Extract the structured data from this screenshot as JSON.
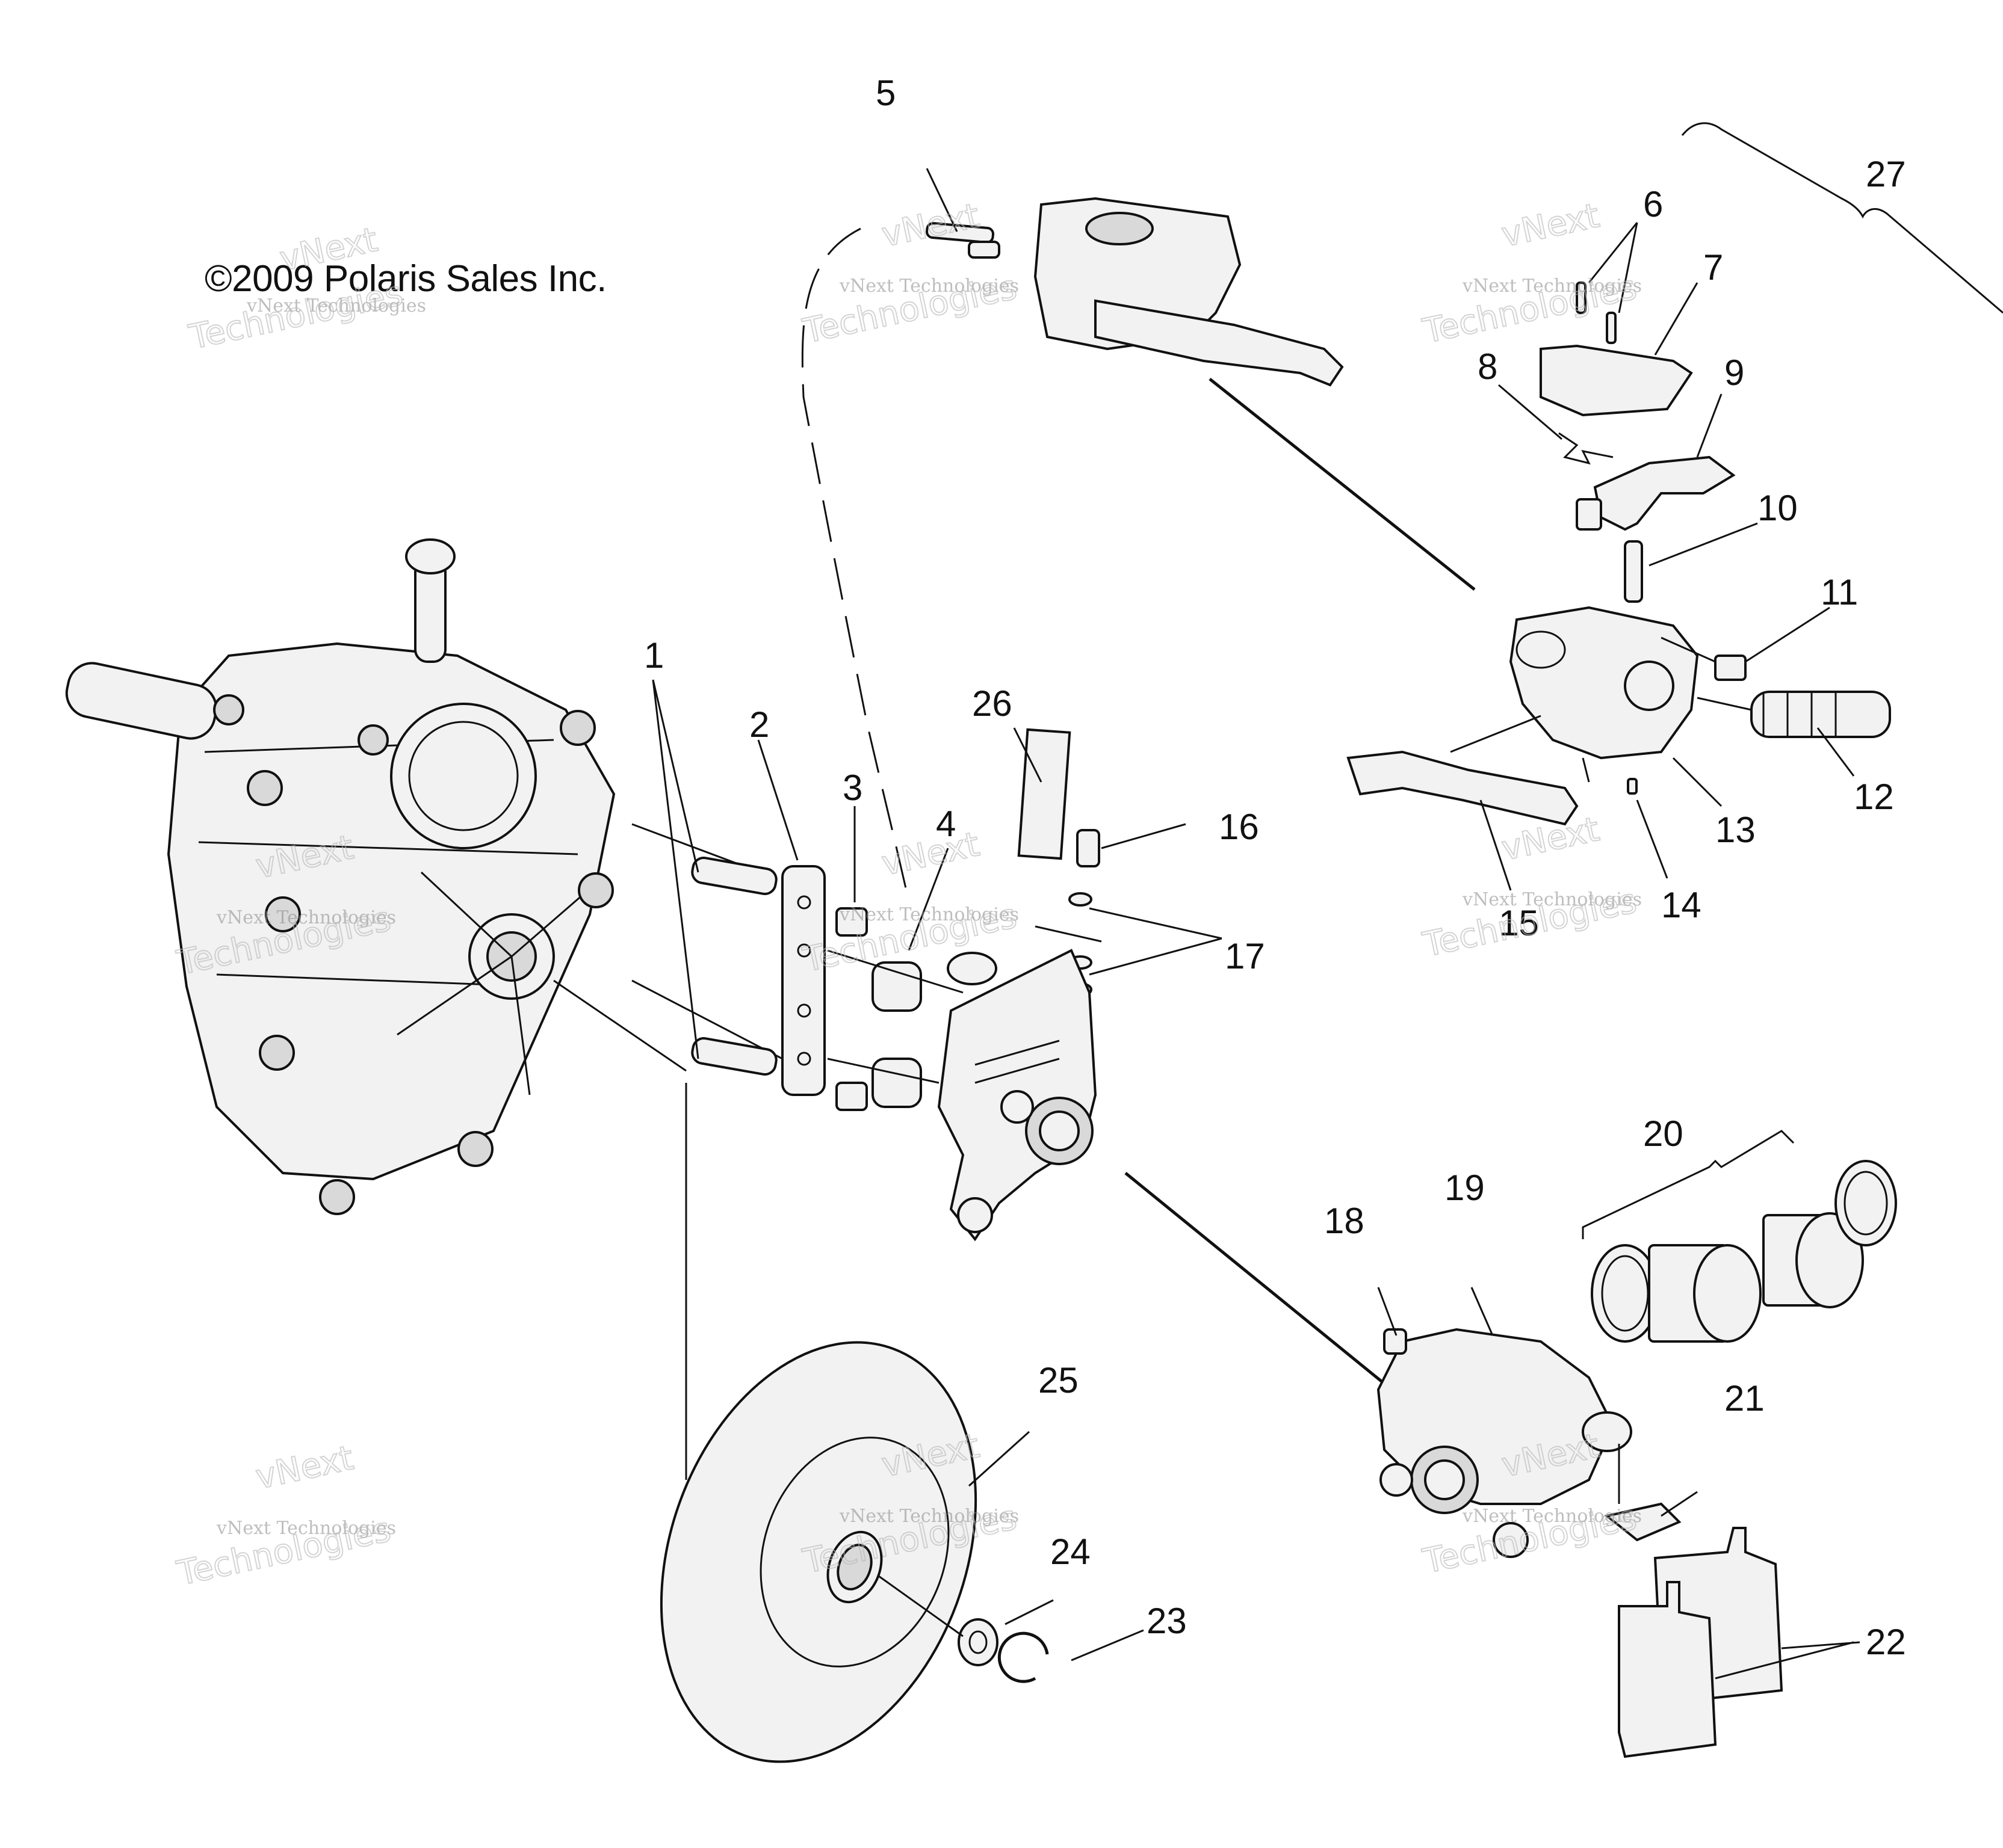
{
  "copyright": "©2009 Polaris Sales Inc.",
  "watermark": {
    "company": "vNext Technologies",
    "brand_word": "vNext",
    "brand_word2": "Technologies"
  },
  "callouts": [
    "1",
    "2",
    "3",
    "4",
    "5",
    "6",
    "7",
    "8",
    "9",
    "10",
    "11",
    "12",
    "13",
    "14",
    "15",
    "16",
    "17",
    "18",
    "19",
    "20",
    "21",
    "22",
    "23",
    "24",
    "25",
    "26",
    "27"
  ]
}
